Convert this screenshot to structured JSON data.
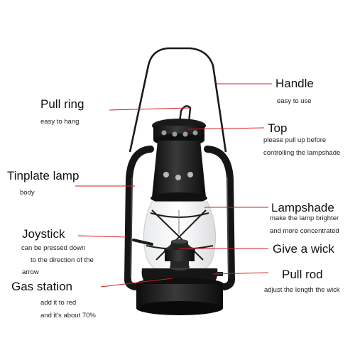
{
  "colors": {
    "leader_line": "#d21e1e",
    "lamp_body": "#141414",
    "background": "#ffffff"
  },
  "labels": {
    "handle": {
      "title": "Handle",
      "desc": [
        "easy to use"
      ]
    },
    "pull_ring": {
      "title": "Pull ring",
      "desc": [
        "easy to hang"
      ]
    },
    "top": {
      "title": "Top",
      "desc": [
        "please pull up before",
        "controlling the lampshade"
      ]
    },
    "tinplate_lamp": {
      "title": "Tinplate lamp",
      "desc": [
        "body"
      ]
    },
    "lampshade": {
      "title": "Lampshade",
      "desc": [
        "make the lamp brighter",
        "and more concentrated"
      ]
    },
    "joystick": {
      "title": "Joystick",
      "desc": [
        "can be pressed down",
        "to the direction of the",
        "arrow"
      ]
    },
    "give_wick": {
      "title": "Give a wick",
      "desc": []
    },
    "pull_rod": {
      "title": "Pull rod",
      "desc": [
        "adjust the length the wick"
      ]
    },
    "gas_station": {
      "title": "Gas station",
      "desc": [
        "add it to red",
        "and it's about 70%"
      ]
    }
  }
}
